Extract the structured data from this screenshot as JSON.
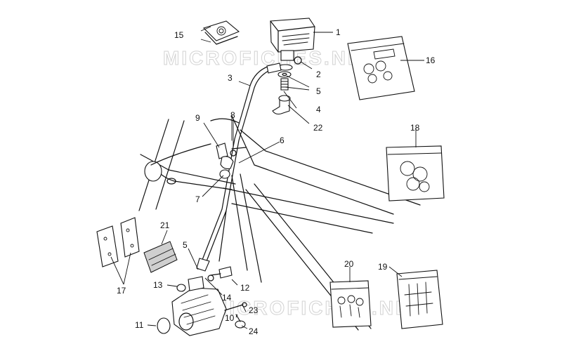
{
  "watermark": {
    "text_top": "MICROFICHES.NET",
    "text_bottom": "MICROFICHES.NET"
  },
  "callouts": [
    {
      "id": "c1",
      "label": "1"
    },
    {
      "id": "c2",
      "label": "2"
    },
    {
      "id": "c3",
      "label": "3"
    },
    {
      "id": "c4",
      "label": "4"
    },
    {
      "id": "c5a",
      "label": "5"
    },
    {
      "id": "c5b",
      "label": "5"
    },
    {
      "id": "c6",
      "label": "6"
    },
    {
      "id": "c7",
      "label": "7"
    },
    {
      "id": "c8",
      "label": "8"
    },
    {
      "id": "c9",
      "label": "9"
    },
    {
      "id": "c10",
      "label": "10"
    },
    {
      "id": "c11",
      "label": "11"
    },
    {
      "id": "c12",
      "label": "12"
    },
    {
      "id": "c13",
      "label": "13"
    },
    {
      "id": "c14",
      "label": "14"
    },
    {
      "id": "c15",
      "label": "15"
    },
    {
      "id": "c16",
      "label": "16"
    },
    {
      "id": "c17",
      "label": "17"
    },
    {
      "id": "c18",
      "label": "18"
    },
    {
      "id": "c19",
      "label": "19"
    },
    {
      "id": "c20",
      "label": "20"
    },
    {
      "id": "c21",
      "label": "21"
    },
    {
      "id": "c22",
      "label": "22"
    },
    {
      "id": "c23",
      "label": "23"
    },
    {
      "id": "c24",
      "label": "24"
    }
  ]
}
